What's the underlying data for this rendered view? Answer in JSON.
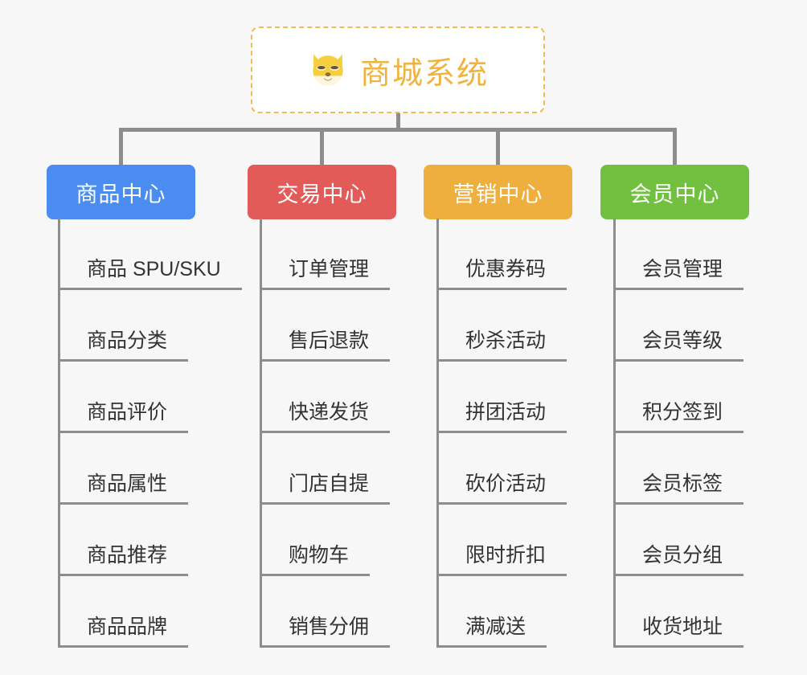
{
  "page": {
    "background": "#f7f7f7",
    "type": "mind-map",
    "title": "商城系统 功能架构图"
  },
  "root": {
    "label": "商城系统",
    "icon": "shiba-dog-face-icon",
    "icon_glyph": "🐶",
    "text_color": "#f0b33d",
    "border_color": "#f0bb55",
    "background": "#ffffff",
    "border_style": "dashed"
  },
  "connector": {
    "color": "#8d8d8d"
  },
  "branches": [
    {
      "label": "商品中心",
      "color": "#4a8cf0",
      "leaves": [
        "商品 SPU/SKU",
        "商品分类",
        "商品评价",
        "商品属性",
        "商品推荐",
        "商品品牌"
      ]
    },
    {
      "label": "交易中心",
      "color": "#e35b58",
      "leaves": [
        "订单管理",
        "售后退款",
        "快递发货",
        "门店自提",
        "购物车",
        "销售分佣"
      ]
    },
    {
      "label": "营销中心",
      "color": "#eeaf3f",
      "leaves": [
        "优惠券码",
        "秒杀活动",
        "拼团活动",
        "砍价活动",
        "限时折扣",
        "满减送"
      ]
    },
    {
      "label": "会员中心",
      "color": "#72c040",
      "leaves": [
        "会员管理",
        "会员等级",
        "积分签到",
        "会员标签",
        "会员分组",
        "收货地址"
      ]
    }
  ]
}
